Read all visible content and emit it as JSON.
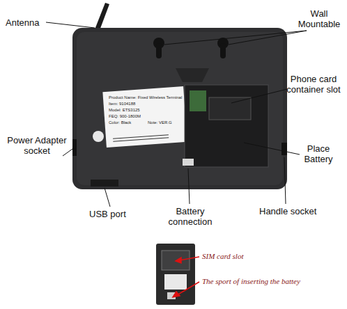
{
  "diagram": {
    "labels": [
      "Antenna",
      "Wall Mountable",
      "Phone card container slot",
      "Product Name: Fixed Wireless Terminal",
      "Item: 9104188",
      "Model: ETS3125",
      "FEQ: 900-1800M",
      "Color: Black",
      "Note: VER.G",
      "Power Adapter socket",
      "USB port",
      "Battery connection",
      "Place Battery",
      "Handle socket",
      "SIM card slot",
      "The sport of inserting the battey"
    ]
  }
}
